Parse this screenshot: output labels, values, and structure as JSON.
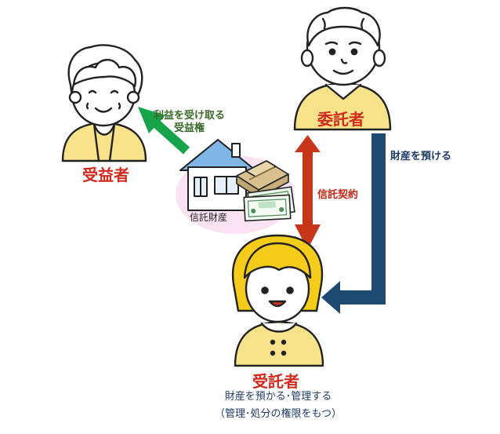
{
  "roles": {
    "beneficiary": "受益者",
    "settlor": "委託者",
    "trustee": "受託者"
  },
  "arrows": {
    "beneficial_right": [
      "利益を受け取る",
      "受益権"
    ],
    "entrust": "財産を預ける",
    "contract": "信託契約"
  },
  "trust_property": "信託財産",
  "trustee_description": [
    "財産を預かる･管理する",
    "（管理･処分の権限をもつ）"
  ],
  "colors": {
    "red_role": "#d02a1e",
    "navy_arrow": "#1f4a72",
    "red_arrow": "#c8361a",
    "green_arrow": "#16a34a",
    "shirt_yellow": "#f8e38a",
    "hair_yellow": "#f5cc1a",
    "property_bg": "#fbe3f3"
  },
  "icons": [
    "elderly-woman-icon",
    "elderly-man-icon",
    "young-woman-icon",
    "house-icon",
    "cash-bundle-icon",
    "stock-certificate-icon"
  ]
}
